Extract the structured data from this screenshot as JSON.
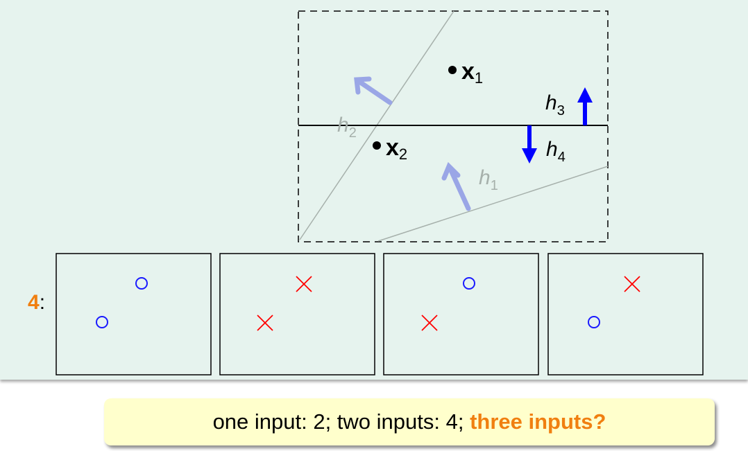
{
  "diagram": {
    "points": [
      {
        "symbol": "x",
        "sub": "1"
      },
      {
        "symbol": "x",
        "sub": "2"
      }
    ],
    "lines": [
      {
        "symbol": "h",
        "sub": "1"
      },
      {
        "symbol": "h",
        "sub": "2"
      },
      {
        "symbol": "h",
        "sub": "3"
      },
      {
        "symbol": "h",
        "sub": "4"
      }
    ],
    "colors": {
      "accent": "#f07f10",
      "circle": "#1a1aff",
      "cross": "#ff0000",
      "arrow": "#0000ff",
      "faded_arrow": "#9aa6e6"
    }
  },
  "dichotomies": {
    "count": "4",
    "separator": ":",
    "patterns": [
      {
        "top": "o",
        "bottom": "o"
      },
      {
        "top": "x",
        "bottom": "x"
      },
      {
        "top": "o",
        "bottom": "x"
      },
      {
        "top": "x",
        "bottom": "o"
      }
    ]
  },
  "footer": {
    "text": "one input: 2; two inputs: 4; ",
    "emphasis": "three inputs?"
  }
}
